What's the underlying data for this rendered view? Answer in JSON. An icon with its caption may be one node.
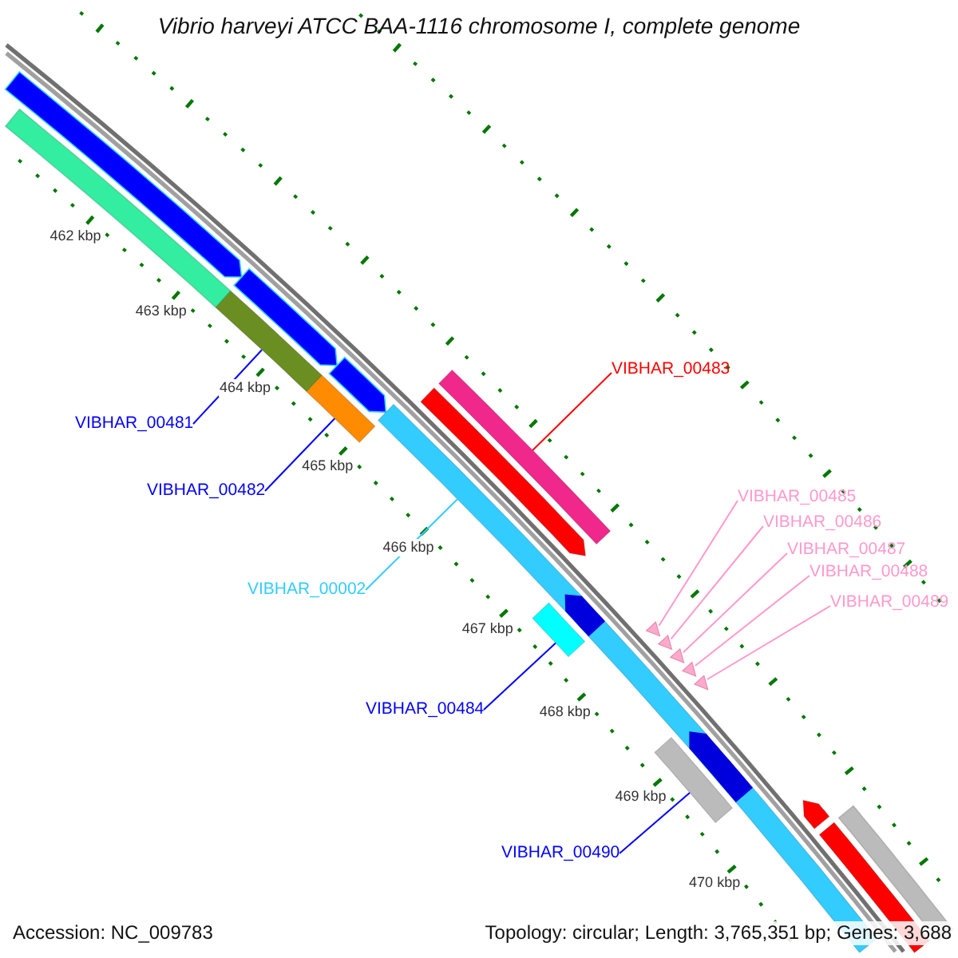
{
  "diagram": {
    "title": "Vibrio harveyi ATCC BAA-1116 chromosome I, complete genome",
    "nodes": [
      {
        "text": [
          "VIBHAR_00481"
        ]
      },
      {
        "text": [
          "VIBHAR_00482"
        ]
      },
      {
        "text": [
          "VIBHAR_00002"
        ]
      },
      {
        "text": [
          "VIBHAR_00483"
        ]
      },
      {
        "text": [
          "VIBHAR_00485"
        ]
      },
      {
        "text": [
          "VIBHAR_00486"
        ]
      },
      {
        "text": [
          "VIBHAR_00487"
        ]
      },
      {
        "text": [
          "VIBHAR_00488"
        ]
      },
      {
        "text": [
          "VIBHAR_00489"
        ]
      },
      {
        "text": [
          "VIBHAR_00484"
        ]
      },
      {
        "text": [
          "VIBHAR_00490"
        ]
      },
      {
        "text": [],
        "shape": "bar"
      },
      {
        "text": [],
        "shape": "bar"
      },
      {
        "text": [],
        "shape": "bar"
      },
      {
        "text": [],
        "shape": "bar"
      },
      {
        "text": [],
        "shape": "triangle"
      },
      {
        "text": [],
        "shape": "triangle"
      },
      {
        "text": [],
        "shape": "triangle"
      },
      {
        "text": [],
        "shape": "triangle"
      },
      {
        "text": [],
        "shape": "triangle"
      },
      {
        "text": [],
        "shape": "bar"
      },
      {
        "text": [],
        "shape": "bar"
      }
    ],
    "edges": [
      {
        "from": 0,
        "to": 11,
        "arrow": "none",
        "color": "#0000ff"
      },
      {
        "from": 1,
        "to": 12,
        "arrow": "none",
        "color": "#0000ff"
      },
      {
        "from": 2,
        "to": 13,
        "arrow": "none",
        "color": "#33ccff"
      },
      {
        "from": 3,
        "to": 14,
        "arrow": "none",
        "color": "#ff0000"
      },
      {
        "from": 4,
        "to": 15,
        "arrow": "none",
        "color": "#ff99cc"
      },
      {
        "from": 5,
        "to": 16,
        "arrow": "none",
        "color": "#ff99cc"
      },
      {
        "from": 6,
        "to": 17,
        "arrow": "none",
        "color": "#ff99cc"
      },
      {
        "from": 7,
        "to": 18,
        "arrow": "none",
        "color": "#ff99cc"
      },
      {
        "from": 8,
        "to": 19,
        "arrow": "none",
        "color": "#ff99cc"
      },
      {
        "from": 9,
        "to": 20,
        "arrow": "none",
        "color": "#0000ff"
      },
      {
        "from": 10,
        "to": 21,
        "arrow": "none",
        "color": "#0000ff"
      }
    ],
    "labels": [
      "462 kbp",
      "463 kbp",
      "464 kbp",
      "465 kbp",
      "466 kbp",
      "467 kbp",
      "468 kbp",
      "469 kbp",
      "470 kbp",
      "Accession: NC_009783",
      "Topology: circular; Length: 3,765,351 bp; Genes: 3,688"
    ]
  }
}
